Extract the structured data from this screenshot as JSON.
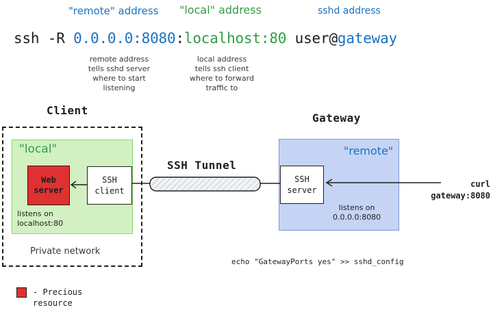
{
  "header": {
    "remote_label": "\"remote\" address",
    "local_label": "\"local\" address",
    "sshd_label": "sshd address"
  },
  "command": {
    "prefix": "ssh -R ",
    "remote_addr": "0.0.0.0:8080",
    "sep1": ":",
    "local_addr": "localhost:80",
    "space": " ",
    "user": "user@",
    "host": "gateway"
  },
  "notes": {
    "remote": [
      "remote address",
      "tells sshd server",
      "where to start",
      "listening"
    ],
    "local": [
      "local address",
      "tells ssh client",
      "where to forward",
      "traffic to"
    ]
  },
  "client": {
    "title": "Client",
    "zone_label": "\"local\"",
    "web_server": [
      "Web",
      "server"
    ],
    "ssh_client": [
      "SSH",
      "client"
    ],
    "listens": [
      "listens on",
      "localhost:80"
    ],
    "network_label": "Private network"
  },
  "tunnel": {
    "label": "SSH Tunnel"
  },
  "gateway": {
    "title": "Gateway",
    "zone_label": "\"remote\"",
    "ssh_server": [
      "SSH",
      "server"
    ],
    "listens": [
      "listens on",
      "0.0.0.0:8080"
    ]
  },
  "curl": [
    "curl",
    "gateway:8080"
  ],
  "config_command": "echo \"GatewayPorts yes\" >> sshd_config",
  "legend": {
    "dash": "- Precious",
    "text": "resource"
  },
  "colors": {
    "blue": "#1971c2",
    "green": "#2f9e44",
    "precious_red": "#e03131",
    "local_zone": "#d3f0c2",
    "remote_zone": "#c5d4f5"
  }
}
